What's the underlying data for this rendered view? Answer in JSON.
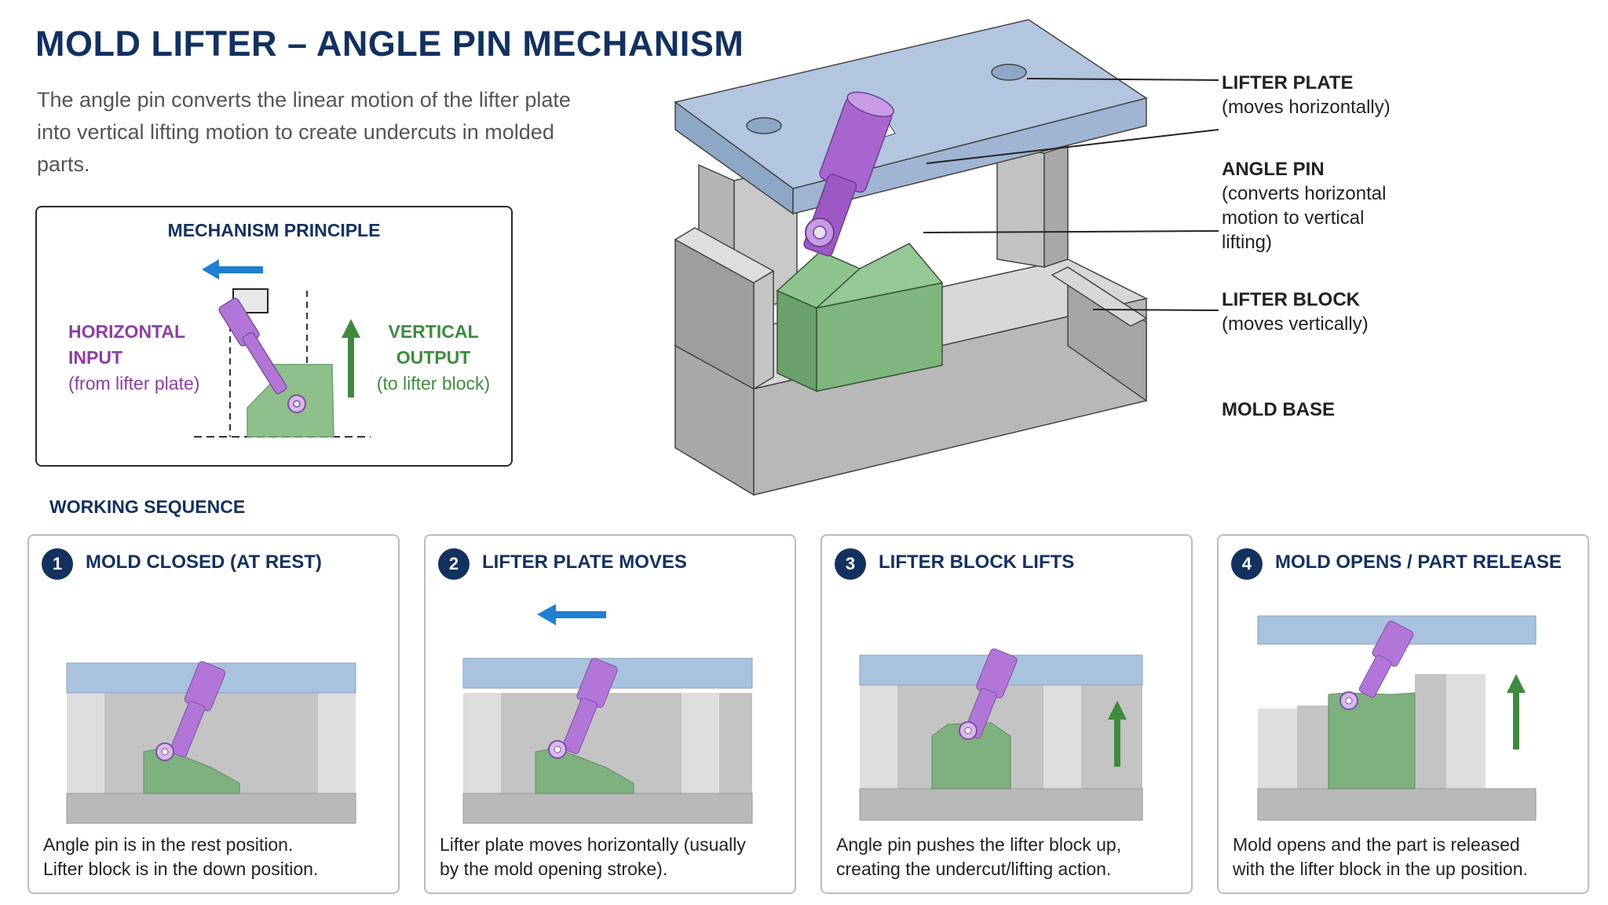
{
  "title": "MOLD LIFTER – ANGLE PIN MECHANISM",
  "intro": "The angle pin converts the linear motion of the lifter plate into vertical lifting motion to create undercuts in molded parts.",
  "principle": {
    "heading": "MECHANISM PRINCIPLE",
    "input_title_1": "HORIZONTAL",
    "input_title_2": "INPUT",
    "input_sub": "(from lifter plate)",
    "output_title_1": "VERTICAL",
    "output_title_2": "OUTPUT",
    "output_sub": "(to lifter block)"
  },
  "callouts": [
    {
      "title": "LIFTER PLATE",
      "desc": [
        "(moves horizontally)"
      ]
    },
    {
      "title": "ANGLE PIN",
      "desc": [
        "(converts horizontal",
        "motion to vertical",
        "lifting)"
      ]
    },
    {
      "title": "LIFTER BLOCK",
      "desc": [
        "(moves vertically)"
      ]
    },
    {
      "title": "MOLD BASE",
      "desc": []
    }
  ],
  "sequence": {
    "heading": "WORKING SEQUENCE",
    "steps": [
      {
        "num": "1",
        "title": "MOLD CLOSED (AT REST)",
        "desc_1": "Angle pin is in the rest position.",
        "desc_2": "Lifter block is in the down position."
      },
      {
        "num": "2",
        "title": "LIFTER PLATE MOVES",
        "desc_1": "Lifter plate moves horizontally (usually",
        "desc_2": "by the mold opening stroke)."
      },
      {
        "num": "3",
        "title": "LIFTER BLOCK LIFTS",
        "desc_1": "Angle pin pushes the lifter block up,",
        "desc_2": "creating the undercut/lifting action."
      },
      {
        "num": "4",
        "title": "MOLD OPENS / PART RELEASE",
        "desc_1": "Mold opens and the part is released",
        "desc_2": "with the lifter block in the up position."
      }
    ]
  },
  "colors": {
    "navy": "#13315f",
    "plate_blue": "#a9c2de",
    "pin_purple": "#b276d8",
    "block_green": "#7fb07f",
    "arrow_blue": "#1f7fd0",
    "arrow_green": "#3f8a3f",
    "base_gray": "#b9b9b9"
  }
}
